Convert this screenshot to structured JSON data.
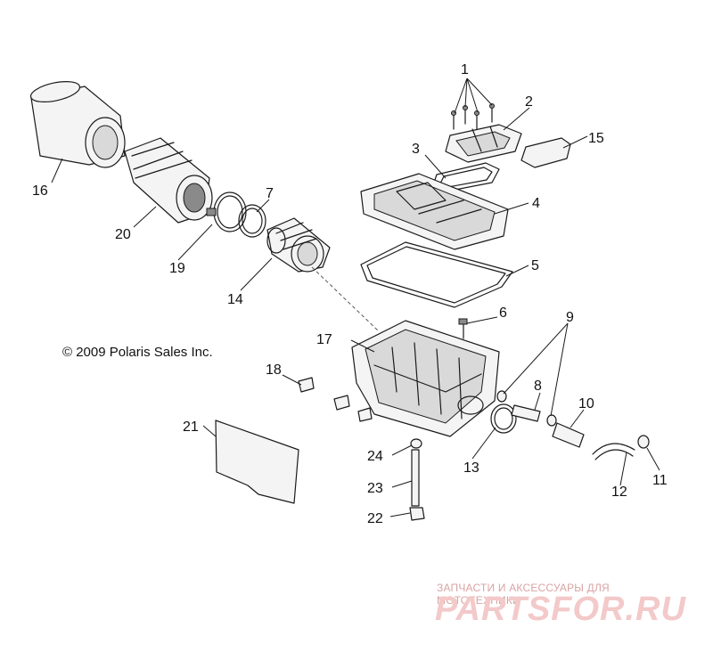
{
  "callouts": [
    {
      "id": "1",
      "label": "1"
    },
    {
      "id": "2",
      "label": "2"
    },
    {
      "id": "3",
      "label": "3"
    },
    {
      "id": "4",
      "label": "4"
    },
    {
      "id": "5",
      "label": "5"
    },
    {
      "id": "6",
      "label": "6"
    },
    {
      "id": "7",
      "label": "7"
    },
    {
      "id": "8",
      "label": "8"
    },
    {
      "id": "9",
      "label": "9"
    },
    {
      "id": "10",
      "label": "10"
    },
    {
      "id": "11",
      "label": "11"
    },
    {
      "id": "12",
      "label": "12"
    },
    {
      "id": "13",
      "label": "13"
    },
    {
      "id": "14",
      "label": "14"
    },
    {
      "id": "15",
      "label": "15"
    },
    {
      "id": "16",
      "label": "16"
    },
    {
      "id": "17",
      "label": "17"
    },
    {
      "id": "18",
      "label": "18"
    },
    {
      "id": "19",
      "label": "19"
    },
    {
      "id": "20",
      "label": "20"
    },
    {
      "id": "21",
      "label": "21"
    },
    {
      "id": "22",
      "label": "22"
    },
    {
      "id": "23",
      "label": "23"
    },
    {
      "id": "24",
      "label": "24"
    }
  ],
  "copyright": "© 2009 Polaris Sales Inc.",
  "watermark": {
    "tagline": "ЗАПЧАСТИ И АКСЕССУАРЫ ДЛЯ МОТОТЕХНИКИ",
    "logo": "PARTSFOR.RU"
  }
}
